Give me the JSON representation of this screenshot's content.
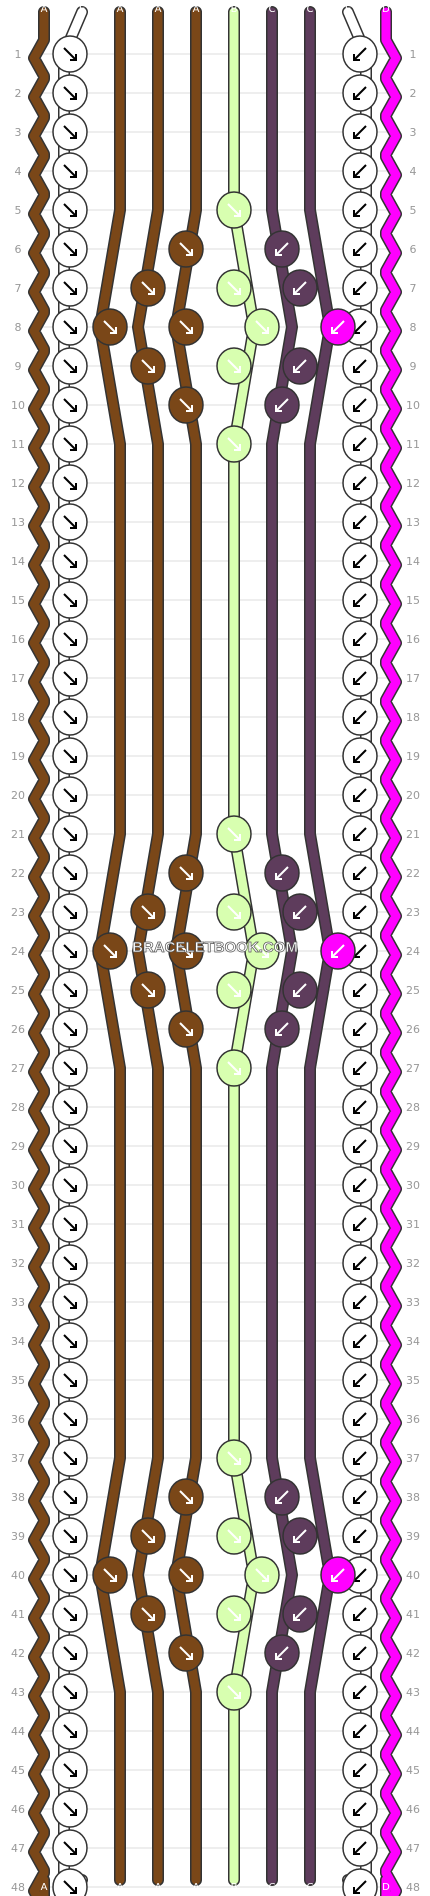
{
  "watermark": "BRACELETBOOK.COM",
  "colors": {
    "A": "#7a4718",
    "B": "#d8ffb0",
    "C": "#5e3c5c",
    "D": "#ff00ff",
    "E": "#ffffff"
  },
  "strands_top": [
    "A",
    "E",
    "A",
    "A",
    "A",
    "B",
    "C",
    "C",
    "E",
    "D"
  ],
  "strands_bottom": [
    "A",
    "E",
    "A",
    "A",
    "A",
    "B",
    "C",
    "C",
    "E",
    "D"
  ],
  "rows": 48,
  "row_labels": [
    "1",
    "2",
    "3",
    "4",
    "5",
    "6",
    "7",
    "8",
    "9",
    "10",
    "11",
    "12",
    "13",
    "14",
    "15",
    "16",
    "17",
    "18",
    "19",
    "20",
    "21",
    "22",
    "23",
    "24",
    "25",
    "26",
    "27",
    "28",
    "29",
    "30",
    "31",
    "32",
    "33",
    "34",
    "35",
    "36",
    "37",
    "38",
    "39",
    "40",
    "41",
    "42",
    "43",
    "44",
    "45",
    "46",
    "47",
    "48"
  ]
}
